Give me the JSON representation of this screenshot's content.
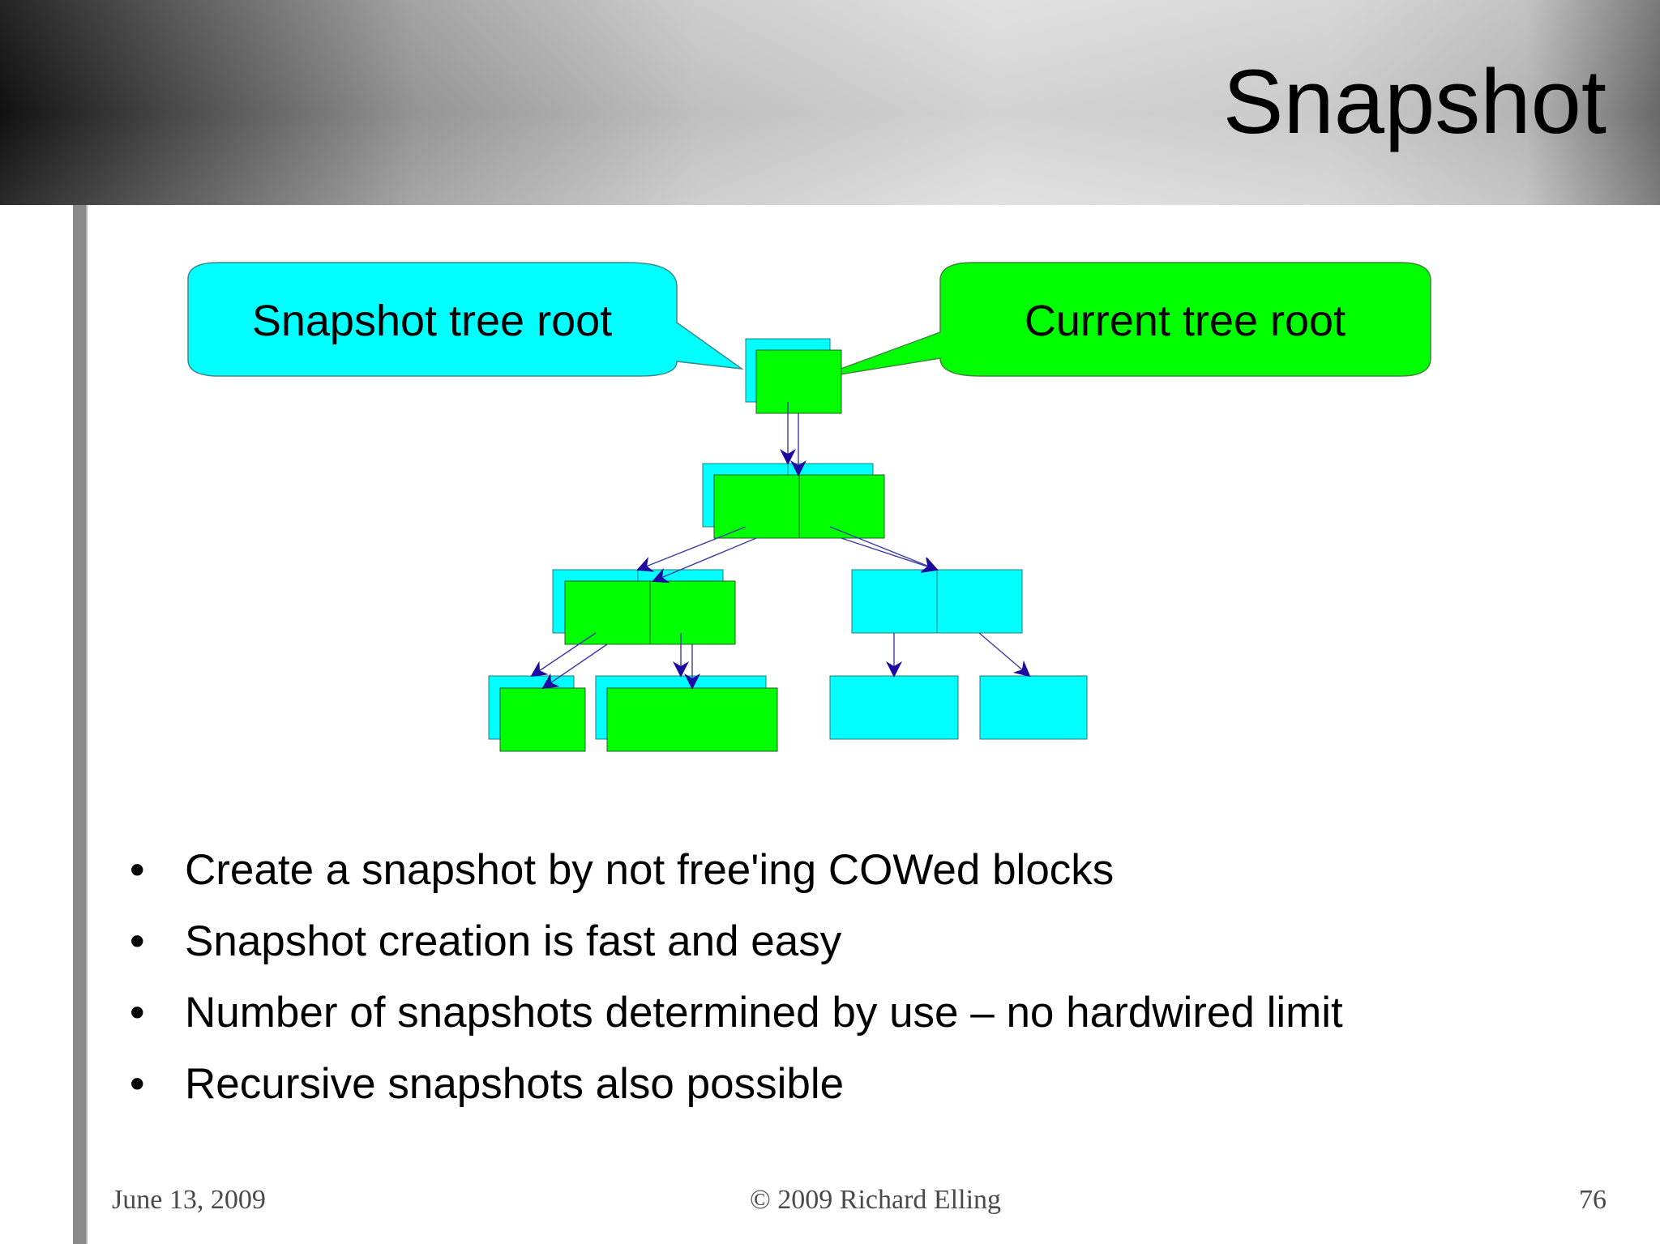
{
  "slide": {
    "title": "Snapshot"
  },
  "diagram": {
    "snapshot_callout": {
      "label": "Snapshot tree root",
      "color": "#00FFFF"
    },
    "current_callout": {
      "label": "Current tree root",
      "color": "#00FF00"
    },
    "colors": {
      "snapshot_block": "#00FFFF",
      "current_block": "#00FF00",
      "arrow": "#1E0AA0"
    }
  },
  "bullets": [
    "Create a snapshot by not free'ing COWed blocks",
    "Snapshot creation is fast and easy",
    "Number of snapshots determined by use – no hardwired limit",
    "Recursive snapshots also possible"
  ],
  "footer": {
    "date": "June 13, 2009",
    "copyright": "© 2009 Richard Elling",
    "page_number": "76"
  }
}
